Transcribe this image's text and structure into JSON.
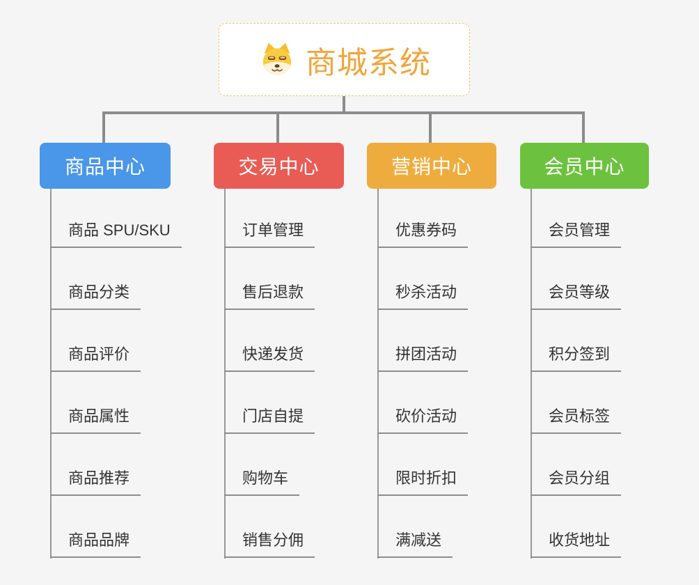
{
  "root": {
    "title": "商城系统",
    "icon": "dog-face-icon"
  },
  "colors": {
    "background": "#f5f5f5",
    "root_accent": "#f0a63c",
    "root_border": "#f3c469",
    "connector": "#8c8c8c",
    "leaf_text": "#333333",
    "branch_text": "#ffffff"
  },
  "branches": [
    {
      "id": "product",
      "label": "商品中心",
      "color": "#4a96e8",
      "children": [
        "商品 SPU/SKU",
        "商品分类",
        "商品评价",
        "商品属性",
        "商品推荐",
        "商品品牌"
      ]
    },
    {
      "id": "trade",
      "label": "交易中心",
      "color": "#e85c55",
      "children": [
        "订单管理",
        "售后退款",
        "快递发货",
        "门店自提",
        "购物车",
        "销售分佣"
      ]
    },
    {
      "id": "marketing",
      "label": "营销中心",
      "color": "#efac3e",
      "children": [
        "优惠券码",
        "秒杀活动",
        "拼团活动",
        "砍价活动",
        "限时折扣",
        "满减送"
      ]
    },
    {
      "id": "member",
      "label": "会员中心",
      "color": "#6cc23e",
      "children": [
        "会员管理",
        "会员等级",
        "积分签到",
        "会员标签",
        "会员分组",
        "收货地址"
      ]
    }
  ]
}
